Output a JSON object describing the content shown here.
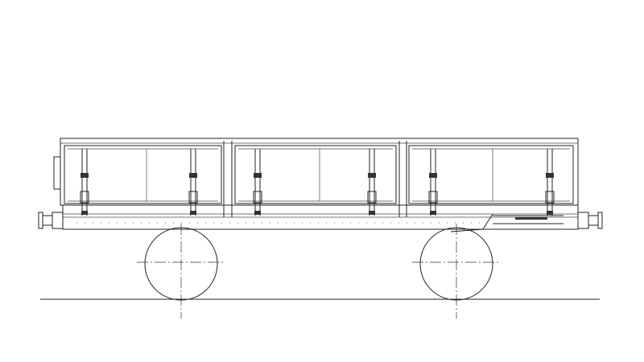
{
  "diagram": {
    "subject": "",
    "line_color": "#222222",
    "background": "#ffffff",
    "panels": 3,
    "stanchions_per_panel": 2,
    "wheelsets": 2,
    "buffers": 2
  }
}
